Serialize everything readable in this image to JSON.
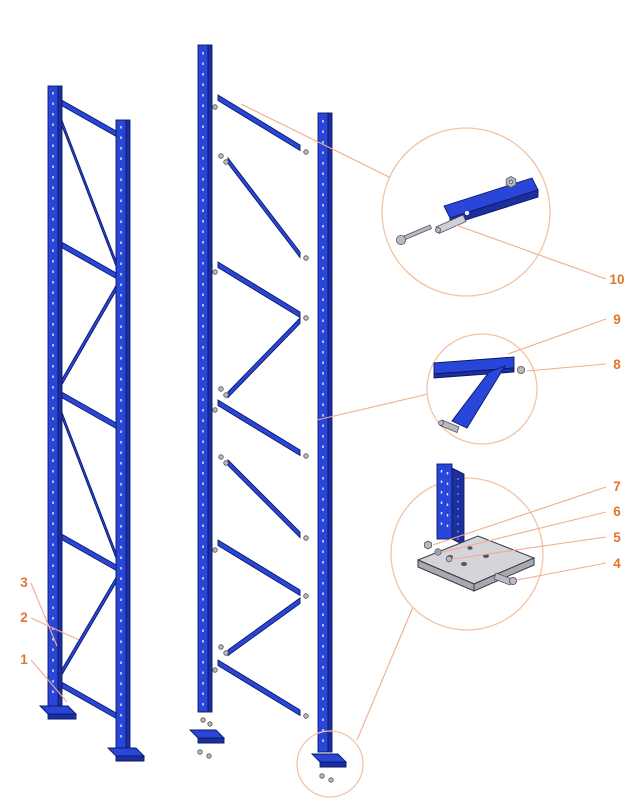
{
  "diagram": {
    "kind": "exploded-assembly-diagram",
    "subject": "pallet-rack-upright-frame",
    "background": "#ffffff"
  },
  "colors": {
    "frame_blue": "#2946d8",
    "frame_blue_dark": "#1b2f9e",
    "frame_outline": "#0d1a66",
    "leader_line": "#f0ad8c",
    "callout_circle": "#f3c3a6",
    "label_text": "#e0762a",
    "hardware_gray": "#b9b9c2",
    "plate_gray": "#d4d4da"
  },
  "part_labels": {
    "1": "1",
    "2": "2",
    "3": "3",
    "4": "4",
    "5": "5",
    "6": "6",
    "7": "7",
    "8": "8",
    "9": "9",
    "10": "10"
  }
}
